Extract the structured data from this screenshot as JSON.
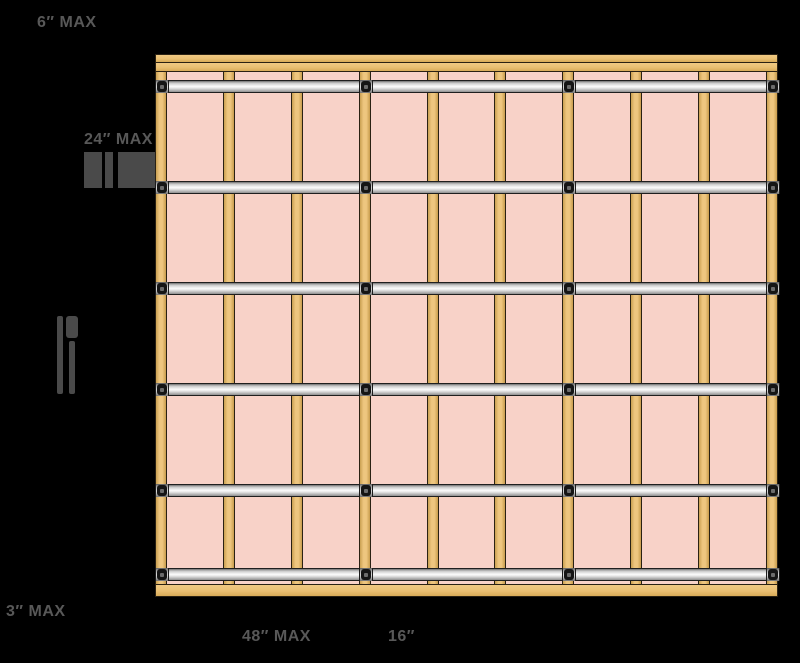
{
  "labels": {
    "top_gap": "6″ MAX",
    "row_spacing": "24″ MAX",
    "bottom_gap": "3″ MAX",
    "splice_spacing": "48″ MAX",
    "stud_spacing": "16″"
  },
  "diagram": {
    "description_visible_elements": "wood framed wall with pink cavity panels, horizontal resilient channels and fastener screws",
    "stud_count": 10,
    "channel_count": 6,
    "screw_stud_indexes": [
      0,
      3,
      6,
      9
    ],
    "colors": {
      "background": "#000000",
      "wood": "#e9bf72",
      "wood_outline": "#2a2113",
      "cavity_pink": "#f8d2c8",
      "channel_light": "#fbfbfb",
      "channel_dark": "#8f8f8f",
      "screw": "#151515",
      "label_text": "#585858",
      "glitch_mark": "#4a4a4a"
    }
  }
}
